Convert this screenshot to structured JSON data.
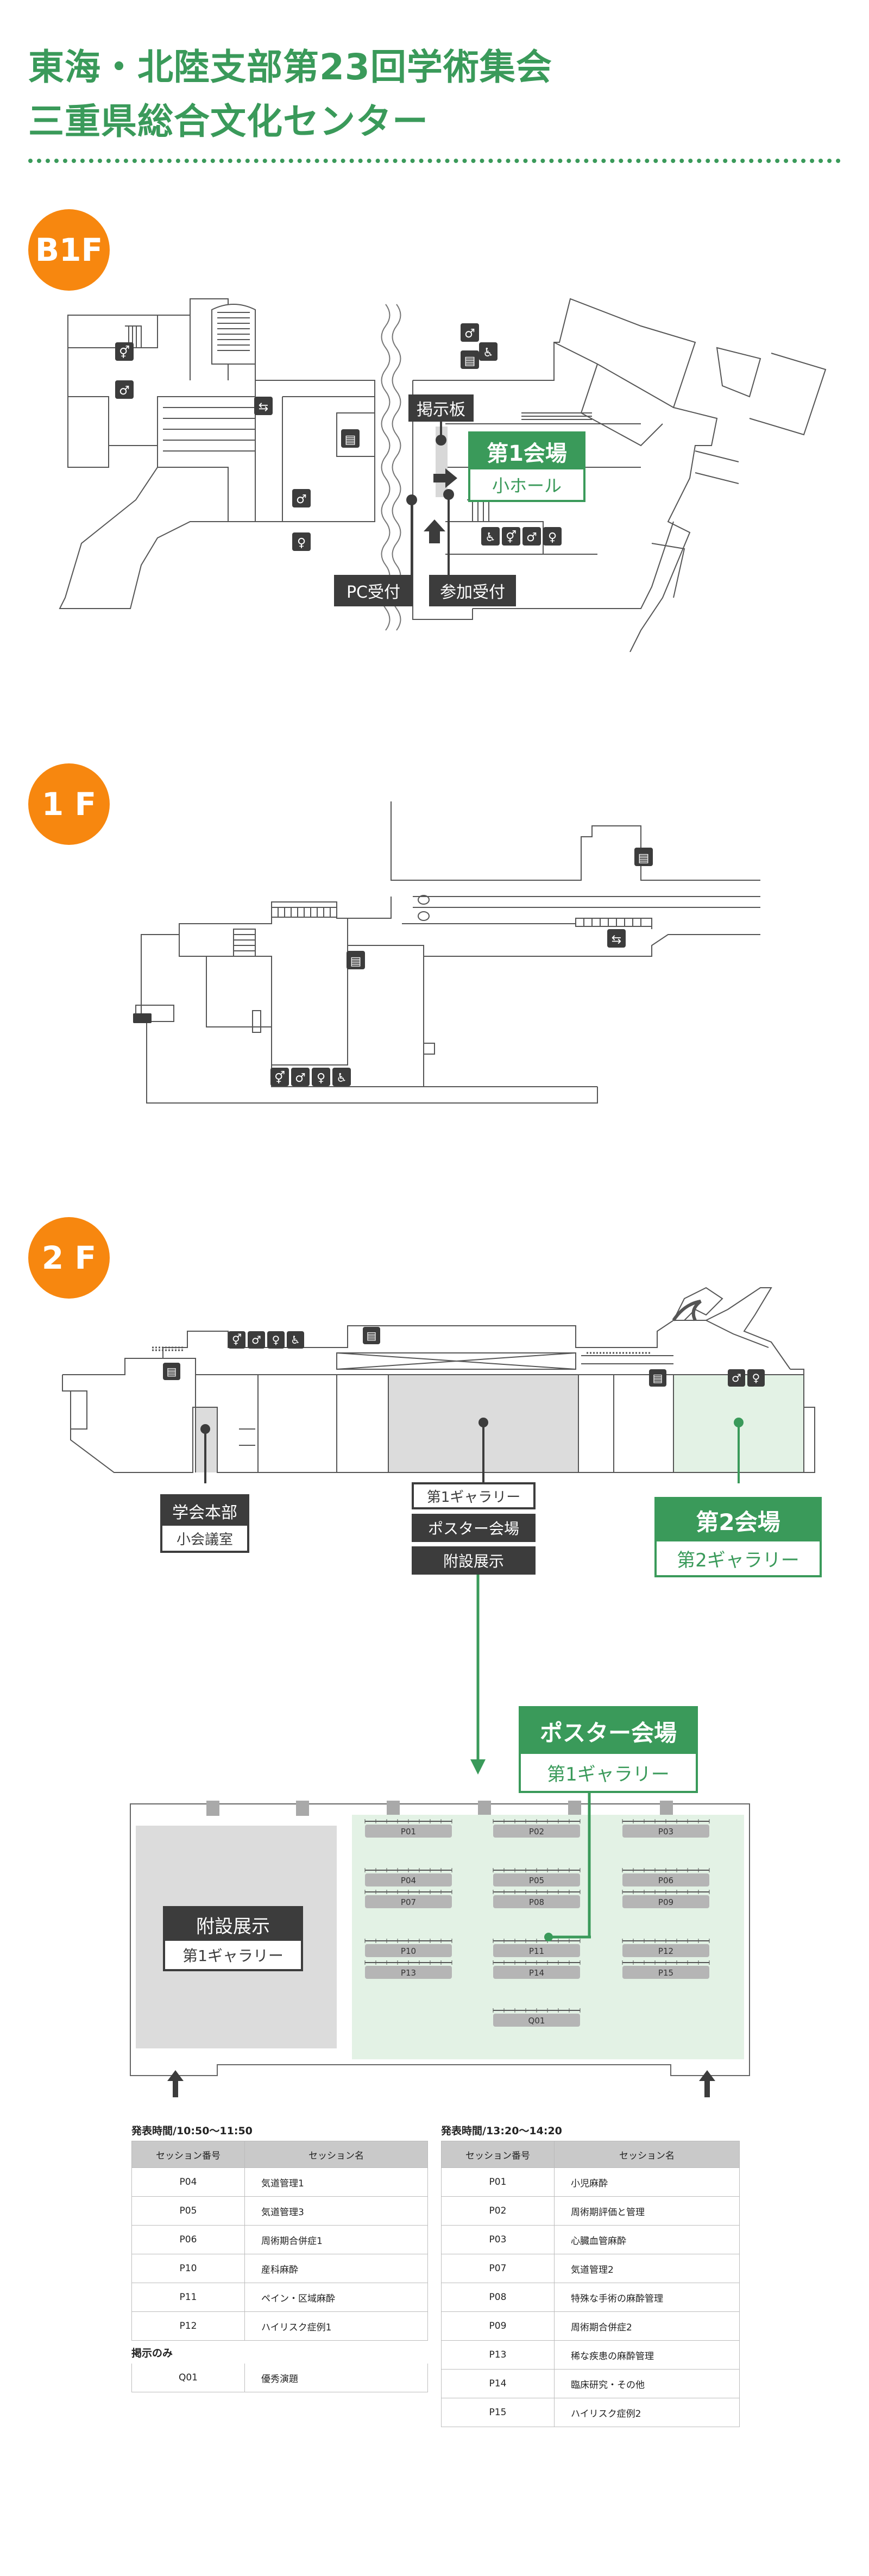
{
  "header": {
    "title_line1": "東海・北陸支部第23回学術集会",
    "title_line2": "三重県総合文化センター"
  },
  "floors": {
    "b1f": {
      "badge": "B1F",
      "bulletin_label": "掲示板",
      "venue1_title": "第1会場",
      "venue1_sub": "小ホール",
      "pc_reception": "PC受付",
      "attendee_reception": "参加受付"
    },
    "f1": {
      "badge": "1 F"
    },
    "f2": {
      "badge": "2 F",
      "hq_title": "学会本部",
      "hq_sub": "小会議室",
      "gallery1": "第1ギャラリー",
      "poster_venue": "ポスター会場",
      "exhibit": "附設展示",
      "venue2_title": "第2会場",
      "venue2_sub": "第2ギャラリー"
    }
  },
  "poster_map": {
    "callout_title": "ポスター会場",
    "callout_sub": "第1ギャラリー",
    "exhibit_title": "附設展示",
    "exhibit_sub": "第1ギャラリー",
    "boards": [
      "P01",
      "P02",
      "P03",
      "P04",
      "P05",
      "P06",
      "P07",
      "P08",
      "P09",
      "P10",
      "P11",
      "P12",
      "P13",
      "P14",
      "P15",
      "Q01"
    ]
  },
  "tables": {
    "left": {
      "caption": "発表時間/10:50〜11:50",
      "headers": [
        "セッション番号",
        "セッション名"
      ],
      "rows": [
        [
          "P04",
          "気道管理1"
        ],
        [
          "P05",
          "気道管理3"
        ],
        [
          "P06",
          "周術期合併症1"
        ],
        [
          "P10",
          "産科麻酔"
        ],
        [
          "P11",
          "ペイン・区域麻酔"
        ],
        [
          "P12",
          "ハイリスク症例1"
        ]
      ]
    },
    "left_extra": {
      "caption": "掲示のみ",
      "rows": [
        [
          "Q01",
          "優秀演題"
        ]
      ]
    },
    "right": {
      "caption": "発表時間/13:20〜14:20",
      "headers": [
        "セッション番号",
        "セッション名"
      ],
      "rows": [
        [
          "P01",
          "小児麻酔"
        ],
        [
          "P02",
          "周術期評価と管理"
        ],
        [
          "P03",
          "心臓血管麻酔"
        ],
        [
          "P07",
          "気道管理2"
        ],
        [
          "P08",
          "特殊な手術の麻酔管理"
        ],
        [
          "P09",
          "周術期合併症2"
        ],
        [
          "P13",
          "稀な疾患の麻酔管理"
        ],
        [
          "P14",
          "臨床研究・その他"
        ],
        [
          "P15",
          "ハイリスク症例2"
        ]
      ]
    }
  },
  "colors": {
    "green": "#3a9a5a",
    "orange": "#f7870f",
    "dark": "#3c3c3c",
    "gray_room": "#dcdcdc",
    "green_room": "#e3f2e5"
  }
}
